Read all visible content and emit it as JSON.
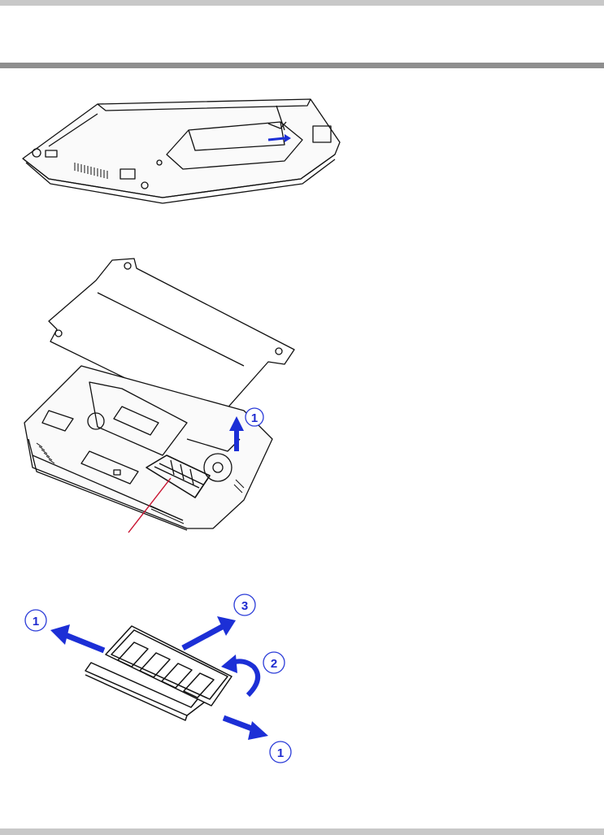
{
  "figure_1": {},
  "figure_2": {
    "callouts": [
      {
        "text": "1"
      }
    ]
  },
  "figure_3": {
    "callouts": [
      {
        "text": "1"
      },
      {
        "text": "3"
      },
      {
        "text": "2"
      },
      {
        "text": "1"
      }
    ]
  },
  "colors": {
    "arrow": "#1c2fd6",
    "callout_ring": "#2a3bd8",
    "pointer": "#c8102e",
    "line_art": "#111111",
    "bar": "#c8c8c8",
    "rule": "#8e8e8e"
  }
}
